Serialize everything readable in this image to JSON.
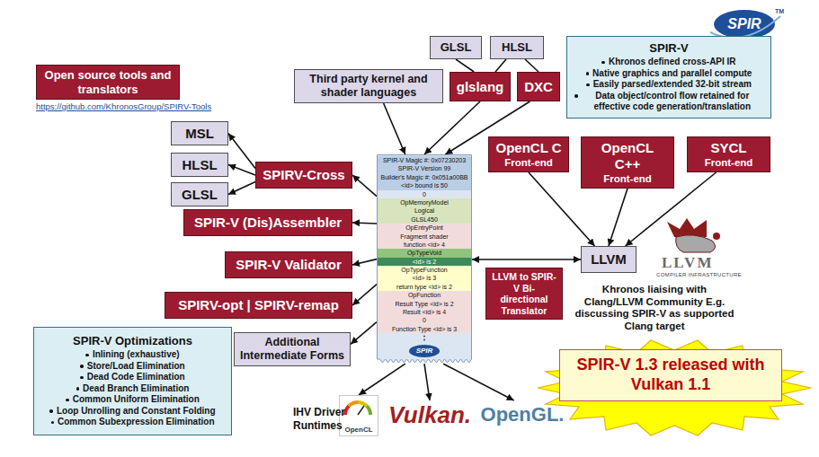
{
  "diagram": {
    "nodes": [
      {
        "text": [
          "Open source tools and translators"
        ]
      },
      {
        "text": [
          "GLSL"
        ]
      },
      {
        "text": [
          "HLSL"
        ]
      },
      {
        "text": [
          "SPIR-V",
          "Khronos defined cross-API IR",
          "Native graphics and parallel compute",
          "Easily parsed/extended 32-bit stream",
          "Data object/control flow retained for effective code generation/translation"
        ]
      },
      {
        "text": [
          "Third party kernel and shader languages"
        ]
      },
      {
        "text": [
          "glslang"
        ]
      },
      {
        "text": [
          "DXC"
        ]
      },
      {
        "text": [
          "MSL"
        ]
      },
      {
        "text": [
          "OpenCL C",
          "Front-end"
        ]
      },
      {
        "text": [
          "OpenCL C++",
          "Front-end"
        ]
      },
      {
        "text": [
          "SYCL",
          "Front-end"
        ]
      },
      {
        "text": [
          "SPIR-V Magic #: 0x07230203",
          "SPIR-V Version 99",
          "Builder's Magic #: 0x051a00BB",
          "<id> bound is 50",
          "0",
          "OpMemoryModel",
          "Logical",
          "GLSL450",
          "OpEntryPoint",
          "Fragment shader",
          "function <id> 4",
          "OpTypeVoid",
          "<id> is 2",
          "OpTypeFunction",
          "<id> is 3",
          "return type <id> is 2",
          "OpFunction",
          "Result Type <id> is 2",
          "Result <id> is 4",
          "0",
          "Function Type <id> is 3"
        ]
      },
      {
        "text": [
          "HLSL"
        ]
      },
      {
        "text": [
          "SPIRV-Cross"
        ]
      },
      {
        "text": [
          "GLSL"
        ]
      },
      {
        "text": [
          "SPIR-V (Dis)Assembler"
        ]
      },
      {
        "text": [
          "LLVM"
        ]
      },
      {
        "text": [
          "SPIR-V Validator"
        ]
      },
      {
        "text": [
          "LLVM to SPIR-V Bi-directional Translator"
        ]
      },
      {
        "text": [
          "SPIRV-opt | SPIRV-remap"
        ]
      },
      {
        "text": [
          "SPIR-V Optimizations",
          "Inlining (exhaustive)",
          "Store/Load Elimination",
          "Dead Code Elimination",
          "Dead Branch Elimination",
          "Common Uniform Elimination",
          "Loop Unrolling and Constant Folding",
          "Common Subexpression Elimination"
        ]
      },
      {
        "text": [
          "Additional Intermediate Forms"
        ]
      },
      {
        "text": [
          "SPIR-V 1.3 released with Vulkan 1.1"
        ]
      },
      {
        "text": [
          "OpenCL"
        ]
      },
      {
        "text": [
          "Vulkan."
        ]
      },
      {
        "text": [
          "OpenGL."
        ]
      }
    ],
    "edges": [
      {
        "from": 1,
        "to": 5,
        "arrow": "none"
      },
      {
        "from": 2,
        "to": 5,
        "arrow": "none"
      },
      {
        "from": 2,
        "to": 6,
        "arrow": "none"
      },
      {
        "from": 4,
        "to": 11,
        "arrow": "to"
      },
      {
        "from": 5,
        "to": 11,
        "arrow": "to"
      },
      {
        "from": 6,
        "to": 11,
        "arrow": "to"
      },
      {
        "from": 11,
        "to": 13,
        "arrow": "to"
      },
      {
        "from": 13,
        "to": 7,
        "arrow": "to"
      },
      {
        "from": 13,
        "to": 12,
        "arrow": "to"
      },
      {
        "from": 13,
        "to": 14,
        "arrow": "to"
      },
      {
        "from": 11,
        "to": 15,
        "arrow": "to"
      },
      {
        "from": 11,
        "to": 17,
        "arrow": "to"
      },
      {
        "from": 11,
        "to": 19,
        "arrow": "to"
      },
      {
        "from": 11,
        "to": 21,
        "arrow": "to"
      },
      {
        "from": 8,
        "to": 16,
        "arrow": "to"
      },
      {
        "from": 9,
        "to": 16,
        "arrow": "to"
      },
      {
        "from": 10,
        "to": 16,
        "arrow": "to"
      },
      {
        "from": 11,
        "to": 16,
        "arrow": "both"
      },
      {
        "from": 11,
        "to": 23,
        "arrow": "to"
      },
      {
        "from": 11,
        "to": 24,
        "arrow": "to"
      },
      {
        "from": 11,
        "to": 25,
        "arrow": "to"
      }
    ],
    "labels": [
      "https://github.com/KhronosGroup/SPIRV-Tools",
      "SPIR",
      "TM",
      "LLVM",
      "COMPILER INFRASTRUCTURE",
      "Khronos liaising with Clang/LLVM Community E.g. discussing SPIR-V as supported Clang target",
      "IHV Driver Runtimes",
      "SPIR"
    ]
  }
}
